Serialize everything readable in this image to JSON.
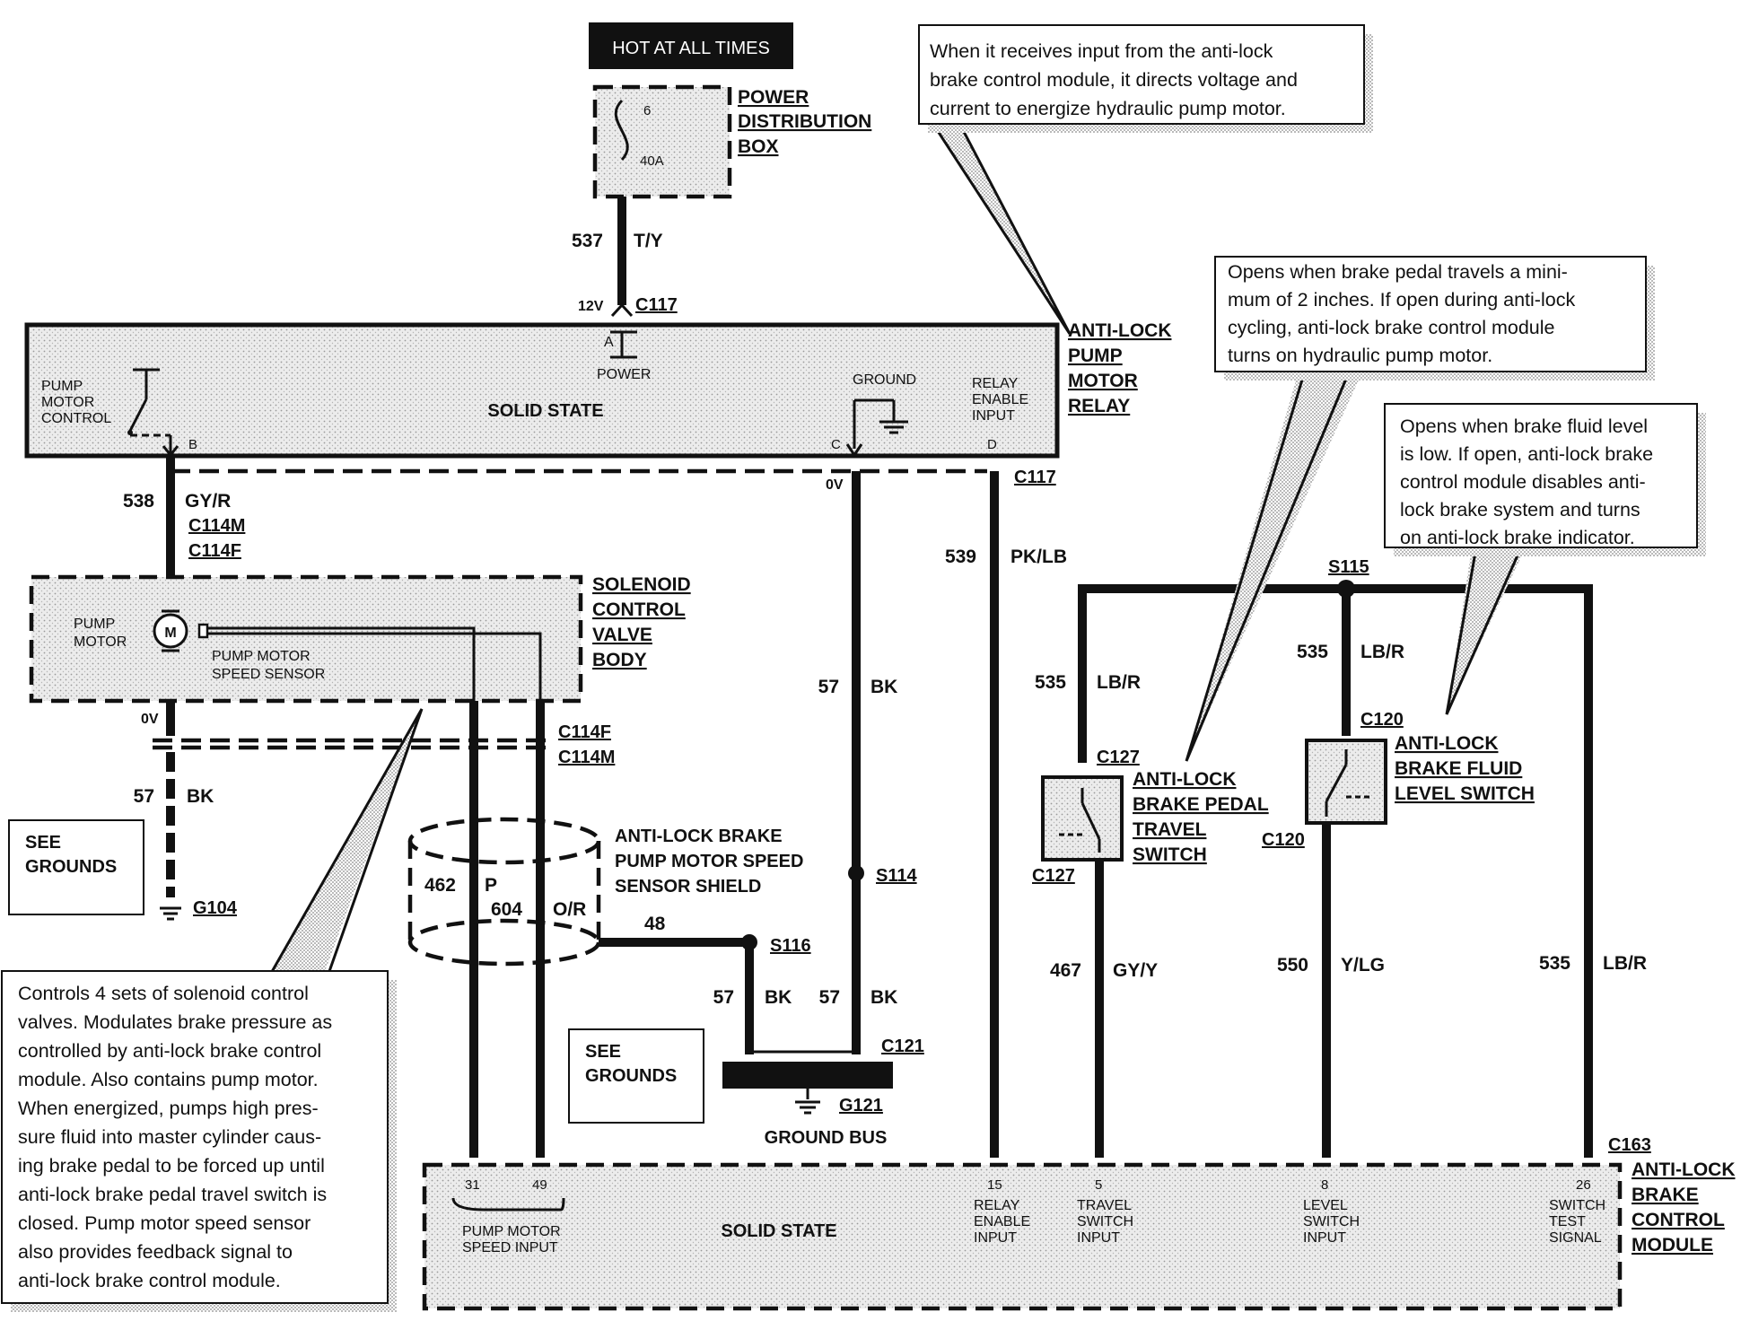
{
  "hot_label": "HOT AT ALL TIMES",
  "power_box": {
    "title": [
      "POWER",
      "DISTRIBUTION",
      "BOX"
    ],
    "fuse_num": "6",
    "fuse_rating": "40A"
  },
  "relay": {
    "title": [
      "ANTI-LOCK",
      "PUMP",
      "MOTOR",
      "RELAY"
    ],
    "body_label": "SOLID STATE",
    "pump_motor_control": [
      "PUMP",
      "MOTOR",
      "CONTROL"
    ],
    "power_label": "POWER",
    "ground_label": "GROUND",
    "relay_enable": [
      "RELAY",
      "ENABLE",
      "INPUT"
    ],
    "pins": {
      "a": "A",
      "b": "B",
      "c": "C",
      "d": "D"
    }
  },
  "valve_body": {
    "title": [
      "SOLENOID",
      "CONTROL",
      "VALVE",
      "BODY"
    ],
    "pump_motor": [
      "PUMP",
      "MOTOR"
    ],
    "motor_symbol": "M",
    "sensor": [
      "PUMP MOTOR",
      "SPEED SENSOR"
    ]
  },
  "wires": {
    "w537": {
      "num": "537",
      "color": "T/Y"
    },
    "w538": {
      "num": "538",
      "color": "GY/R"
    },
    "w57a": {
      "num": "57",
      "color": "BK"
    },
    "w57b": {
      "num": "57",
      "color": "BK"
    },
    "w57c": {
      "num": "57",
      "color": "BK"
    },
    "w57d": {
      "num": "57",
      "color": "BK"
    },
    "w539": {
      "num": "539",
      "color": "PK/LB"
    },
    "w462": {
      "num": "462",
      "color": "P"
    },
    "w604": {
      "num": "604",
      "color": "O/R"
    },
    "w48": {
      "num": "48"
    },
    "w535a": {
      "num": "535",
      "color": "LB/R"
    },
    "w535b": {
      "num": "535",
      "color": "LB/R"
    },
    "w535c": {
      "num": "535",
      "color": "LB/R"
    },
    "w467": {
      "num": "467",
      "color": "GY/Y"
    },
    "w550": {
      "num": "550",
      "color": "Y/LG"
    }
  },
  "connectors": {
    "c117_top": "C117",
    "c117_right": "C117",
    "c114m": "C114M",
    "c114f": "C114F",
    "c114f_b": "C114F",
    "c114m_b": "C114M",
    "s114": "S114",
    "s116": "S116",
    "s115": "S115",
    "c121": "C121",
    "g121": "G121",
    "g104": "G104",
    "c127_top": "C127",
    "c127_bot": "C127",
    "c120_top": "C120",
    "c120_bot": "C120",
    "c163": "C163"
  },
  "voltages": {
    "v12": "12V",
    "v0_left": "0V",
    "v0_mid": "0V"
  },
  "see_grounds_1": [
    "SEE",
    "GROUNDS"
  ],
  "see_grounds_2": [
    "SEE",
    "GROUNDS"
  ],
  "shield_label": [
    "ANTI-LOCK BRAKE",
    "PUMP MOTOR SPEED",
    "SENSOR SHIELD"
  ],
  "ground_bus": "GROUND BUS",
  "travel_switch": [
    "ANTI-LOCK",
    "BRAKE PEDAL",
    "TRAVEL",
    "SWITCH"
  ],
  "level_switch": [
    "ANTI-LOCK",
    "BRAKE FLUID",
    "LEVEL SWITCH"
  ],
  "module": {
    "title": [
      "ANTI-LOCK",
      "BRAKE",
      "CONTROL",
      "MODULE"
    ],
    "body_label": "SOLID STATE",
    "pin31": "31",
    "pin49": "49",
    "pump_speed_input": [
      "PUMP MOTOR",
      "SPEED INPUT"
    ],
    "pin15": "15",
    "relay_enable": [
      "RELAY",
      "ENABLE",
      "INPUT"
    ],
    "pin5": "5",
    "travel_input": [
      "TRAVEL",
      "SWITCH",
      "INPUT"
    ],
    "pin8": "8",
    "level_input": [
      "LEVEL",
      "SWITCH",
      "INPUT"
    ],
    "pin26": "26",
    "test_signal": [
      "SWITCH",
      "TEST",
      "SIGNAL"
    ]
  },
  "notes": {
    "relay_note": [
      "When it receives input from the anti-lock",
      "brake control module, it directs voltage and",
      "current to  energize hydraulic pump motor."
    ],
    "pedal_note": [
      "Opens when brake pedal travels a mini-",
      "mum of 2 inches. If open during anti-lock",
      "cycling, anti-lock brake control module",
      "turns on hydraulic pump motor."
    ],
    "fluid_note": [
      "Opens when brake fluid level",
      "is low.  If open, anti-lock brake",
      "control module disables anti-",
      "lock brake system and turns",
      "on anti-lock brake indicator."
    ],
    "valve_note": [
      "Controls 4 sets of solenoid control",
      "valves. Modulates brake pressure as",
      "controlled by anti-lock brake control",
      "module. Also contains pump motor.",
      "When energized, pumps high pres-",
      "sure fluid into master cylinder caus-",
      "ing brake pedal to be forced up until",
      "anti-lock brake pedal travel switch is",
      "closed. Pump motor speed sensor",
      "also provides feedback signal to",
      "anti-lock brake control module."
    ]
  }
}
